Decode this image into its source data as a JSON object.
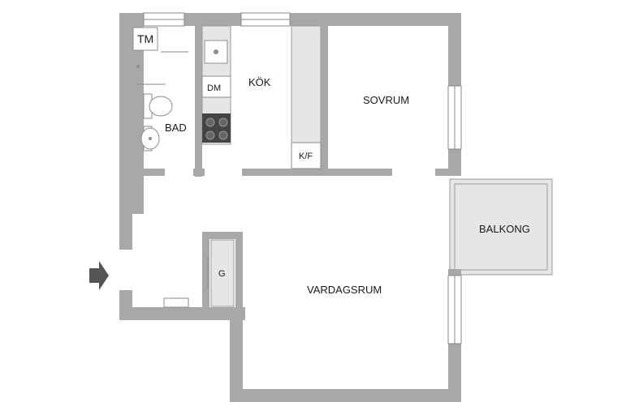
{
  "rooms": {
    "bad": "BAD",
    "kok": "KÖK",
    "sovrum": "SOVRUM",
    "vardagsrum": "VARDAGSRUM",
    "balkong": "BALKONG"
  },
  "fixtures": {
    "tm": "TM",
    "dm": "DM",
    "kf": "K/F",
    "g": "G"
  },
  "icons": {
    "entrance": "entrance-arrow-icon"
  },
  "colors": {
    "wall": "#a8a8a8",
    "counter": "#e6e6e6",
    "stove": "#444444",
    "text": "#1a1a1a"
  }
}
